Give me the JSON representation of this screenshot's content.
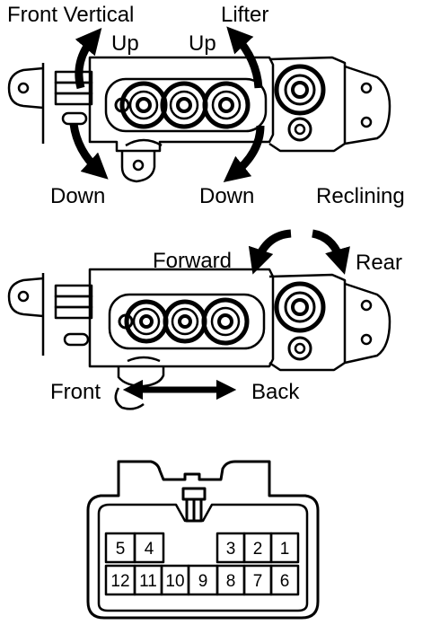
{
  "labels": {
    "front_vertical": "Front Vertical",
    "front_vertical_up": "Up",
    "front_vertical_down": "Down",
    "lifter": "Lifter",
    "lifter_up": "Up",
    "lifter_down": "Down",
    "reclining": "Reclining",
    "reclining_forward": "Forward",
    "reclining_rear": "Rear",
    "slide_front": "Front",
    "slide_back": "Back"
  },
  "connector": {
    "top_row": [
      "5",
      "4",
      "",
      "3",
      "2",
      "1"
    ],
    "bottom_row": [
      "12",
      "11",
      "10",
      "9",
      "8",
      "7",
      "6"
    ]
  },
  "colors": {
    "ink": "#000000",
    "paper": "#ffffff"
  }
}
